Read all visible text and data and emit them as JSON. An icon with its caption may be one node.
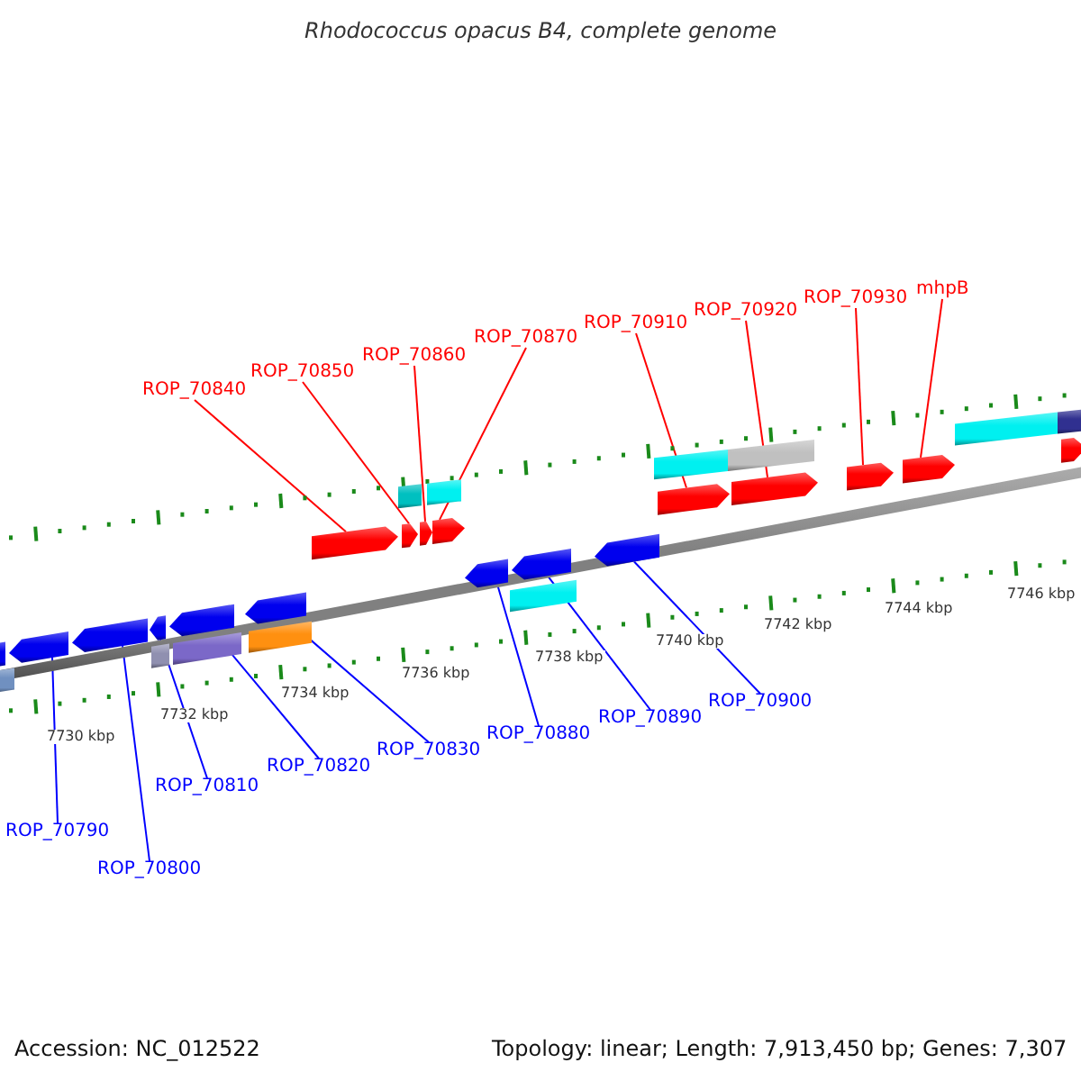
{
  "diagram": {
    "title": "Rhodococcus opacus B4, complete genome",
    "nodes": [
      {
        "text": [
          "ROP_70840"
        ]
      },
      {
        "text": [
          "ROP_70850"
        ]
      },
      {
        "text": [
          "ROP_70860"
        ]
      },
      {
        "text": [
          "ROP_70870"
        ]
      },
      {
        "text": [
          "ROP_70910"
        ]
      },
      {
        "text": [
          "ROP_70920"
        ]
      },
      {
        "text": [
          "ROP_70930"
        ]
      },
      {
        "text": [
          "mhpB"
        ]
      },
      {
        "text": [],
        "shape": "arrow"
      },
      {
        "text": [],
        "shape": "arrow"
      },
      {
        "text": [],
        "shape": "arrow"
      },
      {
        "text": [],
        "shape": "arrow"
      },
      {
        "text": [],
        "shape": "arrow"
      },
      {
        "text": [],
        "shape": "arrow"
      },
      {
        "text": [],
        "shape": "arrow"
      },
      {
        "text": [],
        "shape": "arrow"
      },
      {
        "text": [],
        "shape": "arrow"
      },
      {
        "text": [],
        "shape": "arrow"
      },
      {
        "text": [],
        "shape": "arrow"
      },
      {
        "text": [],
        "shape": "arrow"
      },
      {
        "text": [],
        "shape": "arrow"
      },
      {
        "text": [],
        "shape": "arrow"
      },
      {
        "text": [],
        "shape": "arrow"
      },
      {
        "text": [],
        "shape": "arrow"
      },
      {
        "text": [
          "ROP_70790"
        ]
      },
      {
        "text": [
          "ROP_70800"
        ]
      },
      {
        "text": [
          "ROP_70810"
        ]
      },
      {
        "text": [
          "ROP_70820"
        ]
      },
      {
        "text": [
          "ROP_70830"
        ]
      },
      {
        "text": [
          "ROP_70880"
        ]
      },
      {
        "text": [
          "ROP_70890"
        ]
      },
      {
        "text": [
          "ROP_70900"
        ]
      }
    ],
    "edges": [
      {
        "from": 0,
        "to": 8,
        "arrow": "none",
        "color": "#ff0000"
      },
      {
        "from": 1,
        "to": 9,
        "arrow": "none",
        "color": "#ff0000"
      },
      {
        "from": 2,
        "to": 10,
        "arrow": "none",
        "color": "#ff0000"
      },
      {
        "from": 3,
        "to": 11,
        "arrow": "none",
        "color": "#ff0000"
      },
      {
        "from": 4,
        "to": 12,
        "arrow": "none",
        "color": "#ff0000"
      },
      {
        "from": 5,
        "to": 13,
        "arrow": "none",
        "color": "#ff0000"
      },
      {
        "from": 6,
        "to": 14,
        "arrow": "none",
        "color": "#ff0000"
      },
      {
        "from": 7,
        "to": 15,
        "arrow": "none",
        "color": "#ff0000"
      },
      {
        "from": 24,
        "to": 16,
        "arrow": "none",
        "color": "#0000ff"
      },
      {
        "from": 25,
        "to": 17,
        "arrow": "none",
        "color": "#0000ff"
      },
      {
        "from": 26,
        "to": 18,
        "arrow": "none",
        "color": "#0000ff"
      },
      {
        "from": 27,
        "to": 19,
        "arrow": "none",
        "color": "#0000ff"
      },
      {
        "from": 28,
        "to": 20,
        "arrow": "none",
        "color": "#0000ff"
      },
      {
        "from": 29,
        "to": 21,
        "arrow": "none",
        "color": "#0000ff"
      },
      {
        "from": 30,
        "to": 22,
        "arrow": "none",
        "color": "#0000ff"
      },
      {
        "from": 31,
        "to": 23,
        "arrow": "none",
        "color": "#0000ff"
      }
    ],
    "labels": [
      "7730 kbp",
      "7732 kbp",
      "7734 kbp",
      "7736 kbp",
      "7738 kbp",
      "7740 kbp",
      "7742 kbp",
      "7744 kbp",
      "7746 kbp",
      "Accession: NC_012522",
      "Topology: linear; Length: 7,913,450 bp; Genes: 7,307"
    ]
  }
}
